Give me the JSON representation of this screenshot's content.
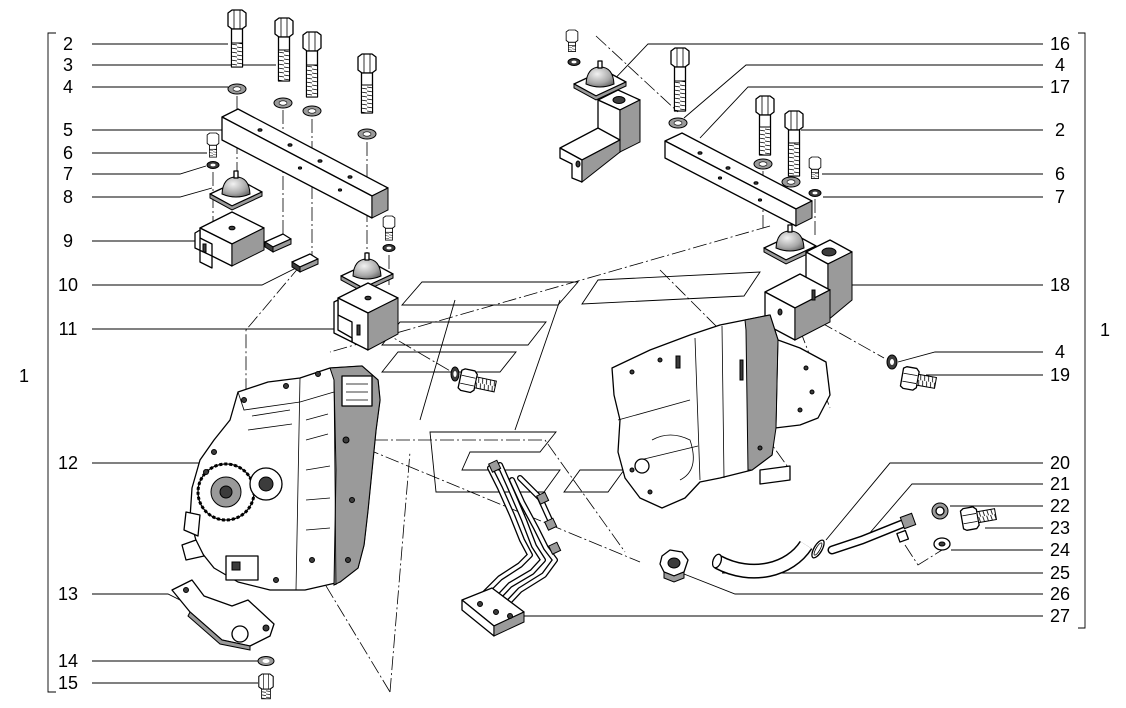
{
  "diagram": {
    "bracket_left_label": "1",
    "bracket_right_label": "1",
    "callouts_left": [
      "2",
      "3",
      "4",
      "5",
      "6",
      "7",
      "8",
      "9",
      "10",
      "11",
      "12",
      "13",
      "14",
      "15"
    ],
    "callouts_right": [
      "16",
      "4",
      "17",
      "2",
      "6",
      "7",
      "18",
      "4",
      "19",
      "20",
      "21",
      "22",
      "23",
      "24",
      "25",
      "26",
      "27"
    ]
  },
  "colors": {
    "ink": "#000000",
    "paper": "#ffffff",
    "shade": "#9a9a9a",
    "dark": "#3c3c3c"
  }
}
